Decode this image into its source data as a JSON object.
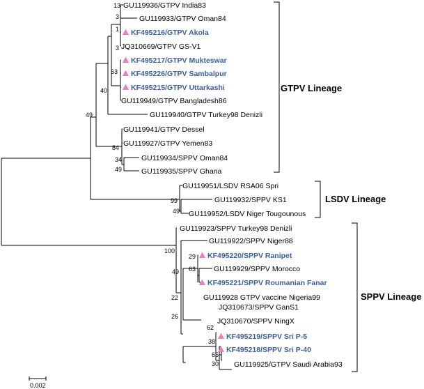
{
  "leaves": [
    {
      "label": "GU119936/GTPV  India83",
      "highlighted": false
    },
    {
      "label": "GU119933/GTPV  Oman84",
      "highlighted": false
    },
    {
      "label": "KF495216/GTPV  Akola",
      "highlighted": true
    },
    {
      "label": "JQ310669/GTPV  GS-V1",
      "highlighted": false
    },
    {
      "label": "KF495217/GTPV  Mukteswar",
      "highlighted": true
    },
    {
      "label": "KF495226/GTPV  Sambalpur",
      "highlighted": true
    },
    {
      "label": "KF495215/GTPV  Uttarkashi",
      "highlighted": true
    },
    {
      "label": "GU119949/GTPV  Bangladesh86",
      "highlighted": false
    },
    {
      "label": "GU119940/GTPV  Turkey98  Denizli",
      "highlighted": false
    },
    {
      "label": "GU119941/GTPV  Dessel",
      "highlighted": false
    },
    {
      "label": "GU119927/GTPV  Yemen83",
      "highlighted": false
    },
    {
      "label": "GU119934/SPPV  Oman84",
      "highlighted": false
    },
    {
      "label": "GU119935/SPPV  Ghana",
      "highlighted": false
    },
    {
      "label": "GU119951/LSDV  RSA06  Spri",
      "highlighted": false
    },
    {
      "label": "GU119932/SPPV  KS1",
      "highlighted": false
    },
    {
      "label": "GU119952/LSDV  Niger  Tougounous",
      "highlighted": false
    },
    {
      "label": "GU119923/SPPV  Turkey98  Denizli",
      "highlighted": false
    },
    {
      "label": "GU119922/SPPV  Niger88",
      "highlighted": false
    },
    {
      "label": "KF495220/SPPV  Ranipet",
      "highlighted": true
    },
    {
      "label": "GU119929/SPPV  Morocco",
      "highlighted": false
    },
    {
      "label": "KF495221/SPPV  Roumanian  Fanar",
      "highlighted": true
    },
    {
      "label": "GU119928  GTPV  vaccine  Nigeria99",
      "highlighted": false
    },
    {
      "label": "JQ310673/SPPV  GanS1",
      "highlighted": false
    },
    {
      "label": "JQ310670/SPPV  NingX",
      "highlighted": false
    },
    {
      "label": "KF495219/SPPV  Sri  P-5",
      "highlighted": true
    },
    {
      "label": "KF495218/SPPV  Sri  P-40",
      "highlighted": true
    },
    {
      "label": "GU119925/GTPV  Saudi  Arabia93",
      "highlighted": false
    }
  ],
  "bootstrap": [
    "13",
    "3",
    "1",
    "3",
    "63",
    "40",
    "49",
    "84",
    "34",
    "49",
    "99",
    "49",
    "100",
    "29",
    "63",
    "49",
    "22",
    "26",
    "62",
    "38",
    "65",
    "30"
  ],
  "lineages": [
    {
      "label": "GTPV Lineage"
    },
    {
      "label": "LSDV Lineage"
    },
    {
      "label": "SPPV Lineage"
    }
  ],
  "scale_bar": {
    "label": "0.002"
  },
  "colors": {
    "highlight_text": "#3a5fa0",
    "marker": "#e87fb6",
    "branch": "#000000"
  },
  "icons": {
    "highlight_marker": "triangle-icon"
  }
}
